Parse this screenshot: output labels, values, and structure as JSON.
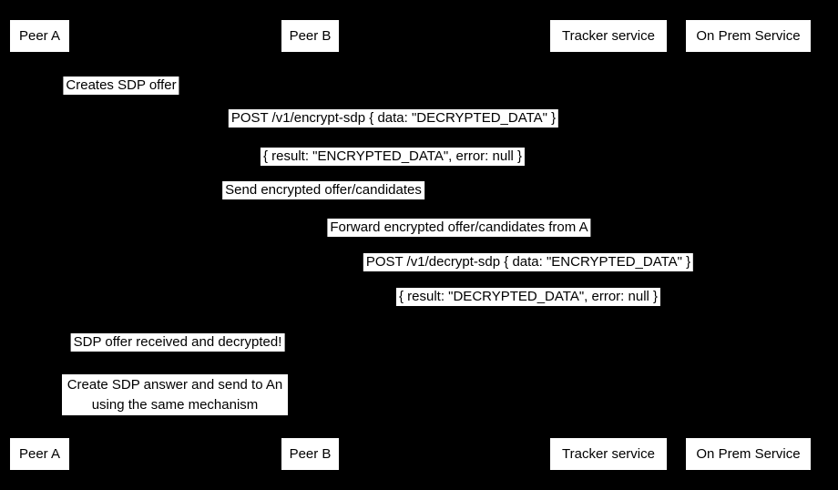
{
  "diagram": {
    "type": "sequence-diagram",
    "colors": {
      "background": "#000000",
      "label_background": "#ffffff",
      "label_text": "#000000"
    },
    "actors": [
      {
        "label": "Peer A"
      },
      {
        "label": "Peer B"
      },
      {
        "label": "Tracker service"
      },
      {
        "label": "On Prem Service"
      }
    ],
    "messages": [
      {
        "label": "Creates SDP offer"
      },
      {
        "label": "POST /v1/encrypt-sdp { data: \"DECRYPTED_DATA\" }"
      },
      {
        "label": "{ result: \"ENCRYPTED_DATA\", error: null }"
      },
      {
        "label": "Send encrypted offer/candidates"
      },
      {
        "label": "Forward encrypted offer/candidates from A"
      },
      {
        "label": "POST /v1/decrypt-sdp { data: \"ENCRYPTED_DATA\" }"
      },
      {
        "label": "{ result: \"DECRYPTED_DATA\", error: null }"
      },
      {
        "label": "SDP offer received and decrypted!"
      }
    ],
    "note": {
      "line1": "Create SDP answer and send to An",
      "line2": "using the same mechanism"
    }
  }
}
